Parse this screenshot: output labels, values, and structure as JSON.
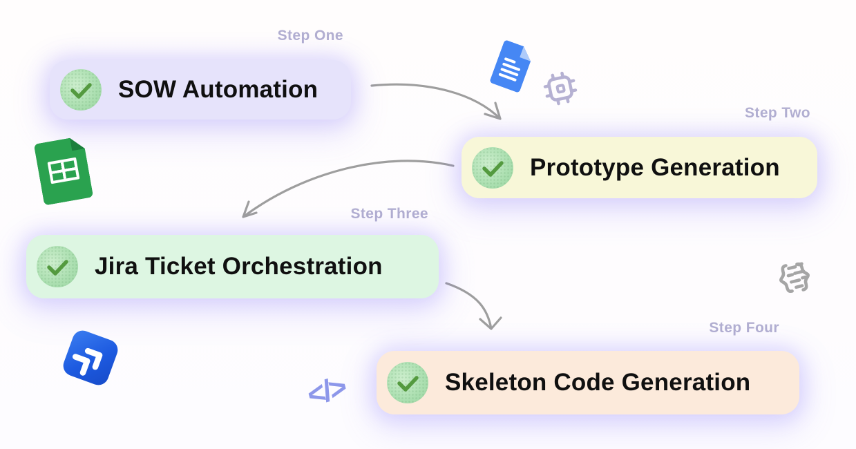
{
  "diagram": {
    "steps": [
      {
        "step_label": "Step One",
        "title": "SOW Automation",
        "pill_bg": "#e6e3fb"
      },
      {
        "step_label": "Step Two",
        "title": "Prototype Generation",
        "pill_bg": "#f8f7d8"
      },
      {
        "step_label": "Step Three",
        "title": "Jira Ticket Orchestration",
        "pill_bg": "#ddf6e2"
      },
      {
        "step_label": "Step Four",
        "title": "Skeleton Code Generation",
        "pill_bg": "#fceadb"
      }
    ],
    "icons": {
      "check": "check-circle",
      "google_docs": "google-docs-document",
      "google_sheets": "google-sheets-spreadsheet",
      "jira": "jira-logo-tile",
      "chip": "cpu-chip",
      "code_glyph": "</>",
      "code_block": "curly-braces-code-block"
    },
    "colors": {
      "step_label_text": "#b2afd1",
      "title_text": "#101010",
      "arrow": "#9e9e9e",
      "check_green": "#549a3f",
      "glow": "#7c6cf8",
      "docs_blue": "#4687f4",
      "sheets_green": "#2aa24f",
      "jira_blue": "#1d5ae0",
      "code_purple": "#8d97ea"
    }
  }
}
